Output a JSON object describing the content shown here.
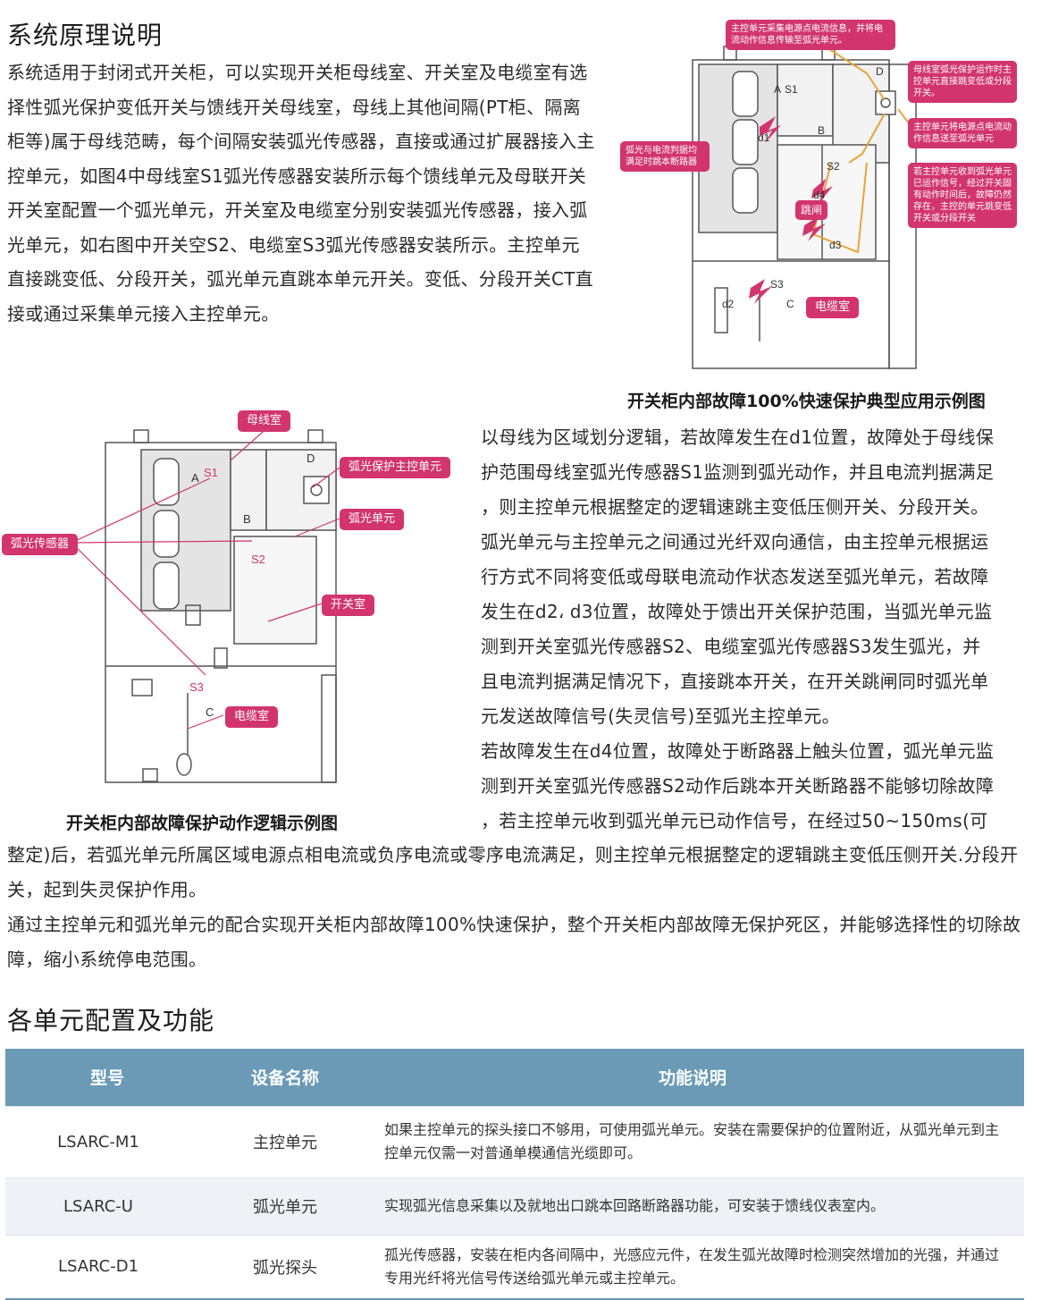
{
  "section1": {
    "title": "系统原理说明",
    "intro": "系统适用于封闭式开关柜，可以实现开关柜母线室、开关室及电缆室有选择性弧光保护变低开关与馈线开关母线室，母线上其他间隔(PT柜、隔离柜等)属于母线范畴，每个间隔安装弧光传感器，直接或通过扩展器接入主控单元，如图4中母线室S1弧光传感器安装所示每个馈线单元及母联开关开关室配置一个弧光单元，开关室及电缆室分别安装弧光传感器，接入弧光单元，如右图中开关空S2、电缆室S3弧光传感器安装所示。主控单元直接跳变低、分段开关，弧光单元直跳本单元开关。变低、分段开关CT直接或通过采集单元接入主控单元。",
    "right_lines": [
      "以母线为区域划分逻辑，若故障发生在d1位置，故障处于母线保",
      "护范围母线室弧光传感器S1监测到弧光动作，并且电流判据满足",
      "，则主控单元根据整定的逻辑速跳主变低压侧开关、分段开关。",
      "弧光单元与主控单元之间通过光纤双向通信，由主控单元根据运",
      "行方式不同将变低或母联电流动作状态发送至弧光单元，若故障",
      "发生在d2، d3位置，故障处于馈出开关保护范围，当弧光单元监",
      "测到开关室弧光传感器S2、电缆室弧光传感器S3发生弧光，并",
      "且电流判据满足情况下，直接跳本开关，在开关跳闸同时弧光单",
      "元发送故障信号(失灵信号)至弧光主控单元。",
      "若故障发生在d4位置，故障处于断路器上触头位置，弧光单元监",
      "测到开关室弧光传感器S2动作后跳本开关断路器不能够切除故障",
      "，若主控单元收到弧光单元已动作信号，在经过50~150ms(可"
    ],
    "continuation": "整定)后，若弧光单元所属区域电源点相电流或负序电流或零序电流满足，则主控单元根据整定的逻辑跳主变低压侧开关.分段开关，起到失灵保护作用。",
    "summary": "通过主控单元和弧光单元的配合实现开关柜内部故障100%快速保护，整个开关柜内部故障无保护死区，并能够选择性的切除故障，缩小系统停电范围。"
  },
  "figure_right": {
    "caption": "开关柜内部故障100%快速保护典型应用示例图",
    "callouts": {
      "top": "主控单元采集电源点电流信息，并将电流动作信息传输至弧光单元。",
      "right1": "母线室弧光保护运作时主控单元直接跳变低或分段开关。",
      "right2": "主控单元将电源点电流动作信息送至弧光单元",
      "right3": "若主控单元收到弧光单元已运作信号，经过开关固有动作时间后，故障仍然存在，主控的单元跳变低开关或分段开关",
      "left": "弧光与电流判据均满足时跳本断路器",
      "trip": "跳闸",
      "cable": "电缆室"
    },
    "labels": {
      "A": "A",
      "B": "B",
      "C": "C",
      "D": "D",
      "S1": "S1",
      "S2": "S2",
      "S3": "S3",
      "d1": "d1",
      "d2": "d2",
      "d3": "d3",
      "d4": "d4"
    }
  },
  "figure_left": {
    "caption": "开关柜内部故障保护动作逻辑示例图",
    "callouts": {
      "busbar": "母线室",
      "main_unit": "弧光保护主控单元",
      "arc_unit": "弧光单元",
      "sensor": "弧光传感器",
      "switch_room": "开关室",
      "cable_room": "电缆室"
    },
    "labels": {
      "A": "A",
      "B": "B",
      "C": "C",
      "D": "D",
      "S1": "S1",
      "S2": "S2",
      "S3": "S3"
    }
  },
  "section2": {
    "title": "各单元配置及功能",
    "headers": [
      "型号",
      "设备名称",
      "功能说明"
    ],
    "rows": [
      {
        "model": "LSARC-M1",
        "name": "主控单元",
        "func": "如果主控单元的探头接口不够用，可使用弧光单元。安装在需要保护的位置附近，从弧光单元到主控单元仅需一对普通单模通信光缆即可。"
      },
      {
        "model": "LSARC-U",
        "name": "弧光单元",
        "func": "实现弧光信息采集以及就地出口跳本回路断路器功能，可安装于馈线仪表室内。"
      },
      {
        "model": "LSARC-D1",
        "name": "弧光探头",
        "func": "孤光传感器，安装在柜内各间隔中，光感应元件，在发生弧光故障时检测突然增加的光强，并通过专用光纤将光信号传送给弧光单元或主控单元。"
      }
    ]
  },
  "colors": {
    "accent_magenta": "#d2356e",
    "table_header": "#6a9ab6",
    "alt_row": "#eef2f6"
  }
}
